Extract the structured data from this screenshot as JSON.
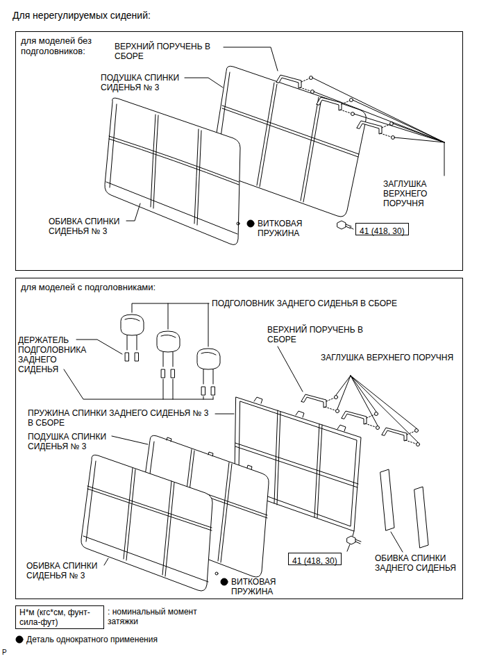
{
  "diagram": {
    "title": "Для нерегулируемых сидений:",
    "nodes": [
      {
        "text": [
          "для моделей без подголовников:"
        ]
      },
      {
        "text": [
          "41 (418, 30)"
        ],
        "in": 0
      },
      {
        "text": [
          "для моделей с подголовниками:"
        ]
      },
      {
        "text": [
          "41 (418, 30)"
        ],
        "in": 2
      },
      {
        "text": [
          "Н*м (кгс*см, фунт-сила-фут)"
        ]
      }
    ],
    "labels": [
      "ВЕРХНИЙ ПОРУЧЕНЬ В СБОРЕ",
      "ПОДУШКА СПИНКИ СИДЕНЬЯ № 3",
      "ЗАГЛУШКА ВЕРХНЕГО ПОРУЧНЯ",
      "ОБИВКА СПИНКИ СИДЕНЬЯ № 3",
      "ВИТКОВАЯ ПРУЖИНА",
      "ПОДГОЛОВНИК ЗАДНЕГО СИДЕНЬЯ В СБОРЕ",
      "ДЕРЖАТЕЛЬ ПОДГОЛОВНИКА ЗАДНЕГО СИДЕНЬЯ",
      "ВЕРХНИЙ ПОРУЧЕНЬ В СБОРЕ",
      "ЗАГЛУШКА ВЕРХНЕГО ПОРУЧНЯ",
      "ПРУЖИНА СПИНКИ ЗАДНЕГО СИДЕНЬЯ № 3 В СБОРЕ",
      "ПОДУШКА СПИНКИ СИДЕНЬЯ № 3",
      "ОБИВКА СПИНКИ ЗАДНЕГО СИДЕНЬЯ",
      "ОБИВКА СПИНКИ СИДЕНЬЯ № 3",
      "ВИТКОВАЯ ПРУЖИНА",
      ": номинальный момент затяжки",
      "P"
    ],
    "legend": [
      {
        "text": "Деталь однократного применения"
      }
    ]
  }
}
